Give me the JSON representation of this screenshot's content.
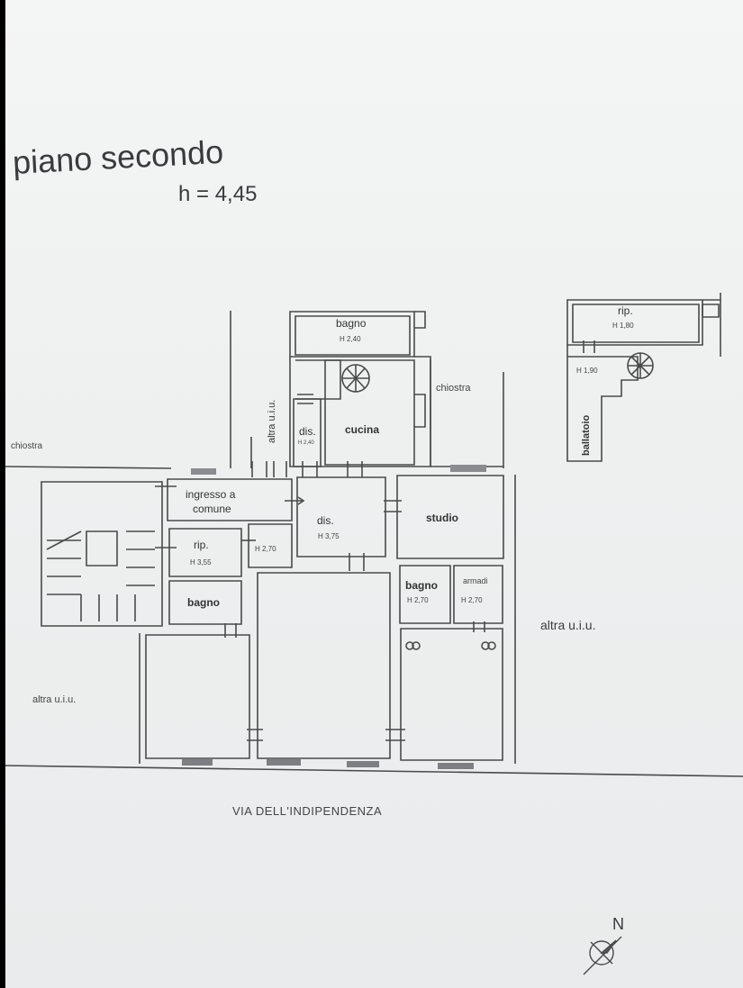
{
  "header": {
    "title": "piano secondo",
    "height": "h = 4,45"
  },
  "rooms": {
    "bagno_top": {
      "name": "bagno",
      "height": "H 2,40"
    },
    "dis_small": {
      "name": "dis.",
      "height": "H 2,40"
    },
    "cucina": {
      "name": "cucina"
    },
    "chiostra_mid": {
      "name": "chiostra"
    },
    "altra_uiu_vertical": {
      "name": "altra u.i.u."
    },
    "chiostra_left": {
      "name": "chiostra"
    },
    "ingresso": {
      "line1": "ingresso a",
      "line2": "comune"
    },
    "dis_main": {
      "name": "dis.",
      "height": "H 3,75"
    },
    "studio": {
      "name": "studio"
    },
    "rip_left": {
      "name": "rip.",
      "height": "H 3,55"
    },
    "corridor": {
      "height": "H 2,70"
    },
    "bagno_left": {
      "name": "bagno"
    },
    "bagno_right": {
      "name": "bagno",
      "height": "H 2,70"
    },
    "armadi": {
      "name": "armadi",
      "height": "H 2,70"
    },
    "altra_uiu_right": {
      "name": "altra u.i.u."
    },
    "altra_uiu_left": {
      "name": "altra u.i.u."
    },
    "rip_top_right": {
      "name": "rip.",
      "height": "H 1,80"
    },
    "ballatoio": {
      "name": "ballatoio",
      "height": "H 1,90"
    }
  },
  "street": {
    "name": "VIA DELL'INDIPENDENZA"
  },
  "compass": {
    "label": "N",
    "icon": "north-arrow-icon"
  },
  "colors": {
    "paper": "#eef0f0",
    "ink": "#444444",
    "frame": "#000000"
  }
}
